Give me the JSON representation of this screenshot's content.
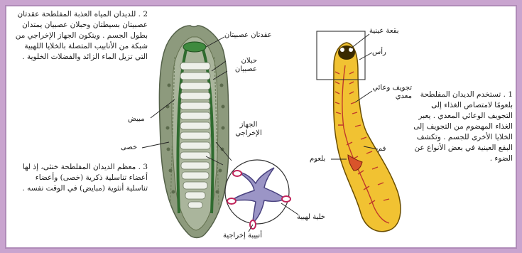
{
  "colors": {
    "border": "#c9a4cf",
    "worm_body": "#f1c232",
    "worm_gut": "#c0392b",
    "planaria_body": "#7f8f6e",
    "planaria_nerve": "#2f6b2f"
  },
  "paragraphs": {
    "p1": "1 . تستخدم الديدان المفلطحة بلعومًا لامتصاص الغذاء إلى التجويف الوعائي المعدي . يعبر الغذاء المهضوم من التجويف إلى الخلايا الأخرى للجسم . وتكشف البقع العينية في بعض الأنواع عن الضوء .",
    "p2": "2 . للديدان المياه العذبة المفلطحة عقدتان عصبيتان بسيطتان وحبلان عصبيان يمتدان بطول الجسم . ويتكون الجهاز الإخراجي من شبكة من الأنابيب المتصلة بالخلايا اللهبية التي تزيل الماء الزائد والفضلات الخلوية .",
    "p3": "3 . معظم الديدان المفلطحة خنثى، إذ لها أعضاء تناسلية ذكرية (خصى) وأعضاء تناسلية أنثوية (مبايض) في الوقت نفسه ."
  },
  "labels": {
    "eyespot": "بقعة عينية",
    "head": "رأس",
    "gastrovascular": "تجويف وعائي معدي",
    "mouth": "فم",
    "pharynx": "بلعوم",
    "ganglia": "عقدتان عصبيتان",
    "nerve_cords": "حبلان عصبيان",
    "ovary": "مبيض",
    "testis": "خصى",
    "excretory": "الجهاز الإخراجي",
    "flame_cell": "خلية لهبية",
    "excretory_tube": "أنبيبة إخراجية"
  }
}
